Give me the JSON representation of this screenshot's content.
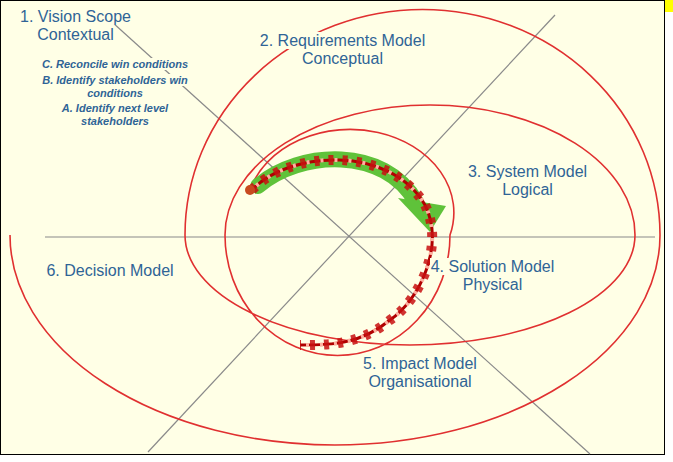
{
  "diagram": {
    "labels": [
      "1. Vision Scope Contextual",
      "C. Reconcile win conditions",
      "B. Identify stakeholders win conditions",
      "A. Identify next level stakeholders",
      "2. Requirements Model Conceptual",
      "3. System Model Logical",
      "4. Solution Model Physical",
      "5. Impact Model Organisational",
      "6. Decision Model"
    ]
  }
}
